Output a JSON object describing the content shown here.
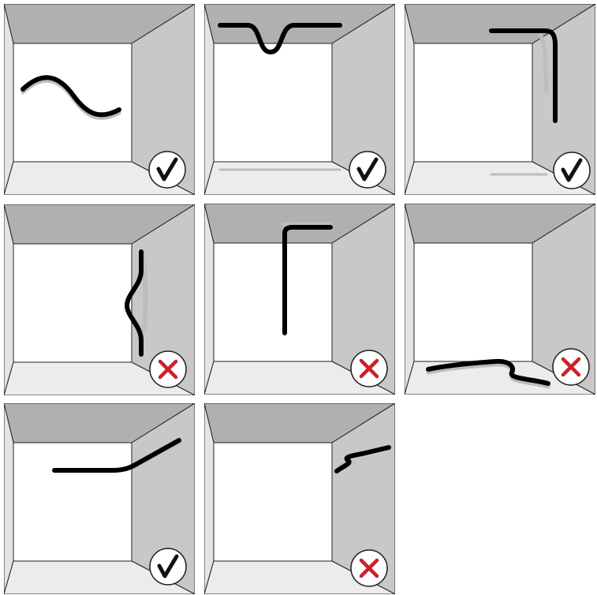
{
  "palette": {
    "ceiling": "#b0b0b0",
    "right_wall": "#c8c8c8",
    "left_wall": "#e4e4e4",
    "floor": "#ececec",
    "back_wall": "#ffffff",
    "edge": "#222222",
    "stroke": "#000000",
    "shadow": "#bdbdbd",
    "check": "#111111",
    "cross": "#cc2027"
  },
  "panels": [
    {
      "id": "wave-on-back-wall",
      "verdict": "correct",
      "icon": "checkmark-icon"
    },
    {
      "id": "dip-from-ceiling",
      "verdict": "correct",
      "icon": "checkmark-icon"
    },
    {
      "id": "ceiling-to-side-wall-corner",
      "verdict": "correct",
      "icon": "checkmark-icon"
    },
    {
      "id": "wavy-vertical-on-side-wall",
      "verdict": "incorrect",
      "icon": "cross-icon"
    },
    {
      "id": "vertical-with-top-hook",
      "verdict": "incorrect",
      "icon": "cross-icon"
    },
    {
      "id": "squiggle-across-floor",
      "verdict": "incorrect",
      "icon": "cross-icon"
    },
    {
      "id": "line-bending-onto-side-wall",
      "verdict": "correct",
      "icon": "checkmark-icon"
    },
    {
      "id": "short-squiggle-on-side-wall",
      "verdict": "incorrect",
      "icon": "cross-icon"
    }
  ]
}
